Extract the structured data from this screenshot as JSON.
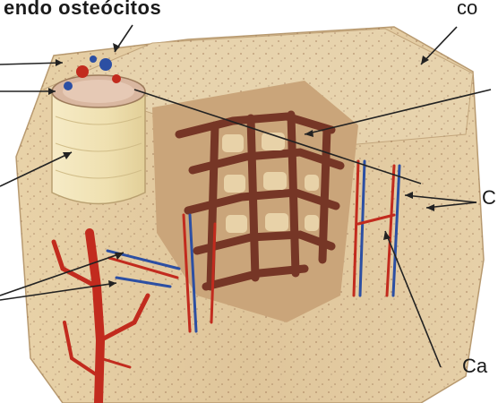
{
  "labels": {
    "top_left": "endo osteócitos",
    "top_right": "co",
    "right_middle": "C",
    "bottom_right": "Ca"
  },
  "structures": [
    "compact-bone-block",
    "spongy-bone-trabeculae",
    "osteon-cylinder",
    "haversian-canal-vessels",
    "volkmann-canal-vessels",
    "periosteal-artery"
  ],
  "colors": {
    "compact_bone": "#d9c09a",
    "bone_light": "#efe0c2",
    "spongy_trabecula": "#6e2a1e",
    "osteon": "#f1e3b4",
    "artery": "#c22b1e",
    "vein": "#2c4fa3",
    "leader_line": "#222222"
  }
}
